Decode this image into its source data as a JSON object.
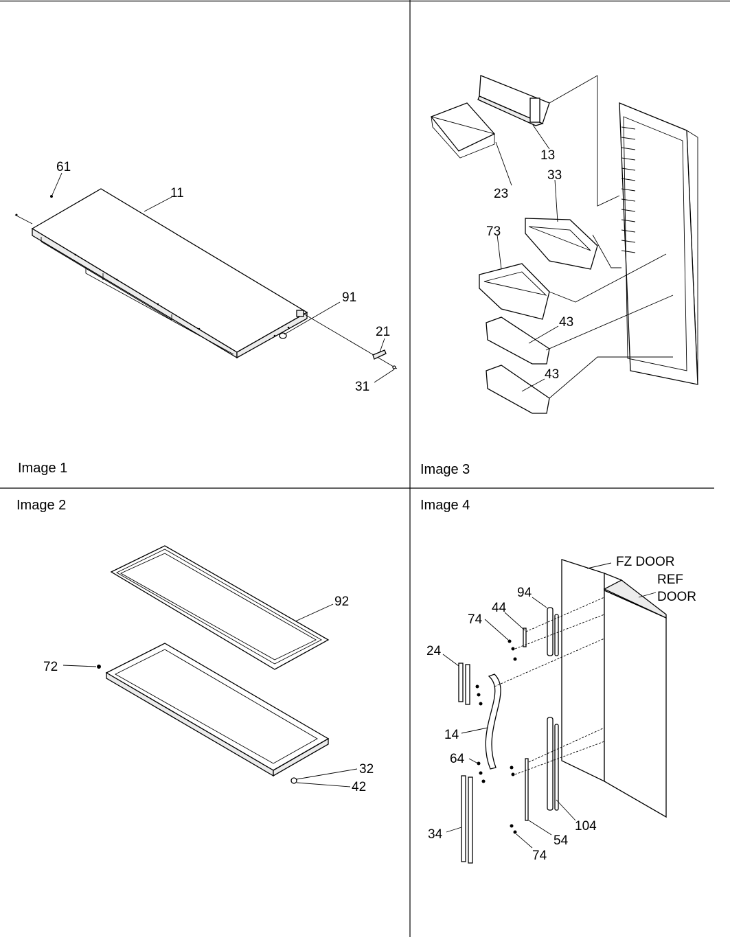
{
  "panels": [
    {
      "caption": "Image 1",
      "labels": [
        "61",
        "11",
        "91",
        "21",
        "31"
      ]
    },
    {
      "caption": "Image 2",
      "labels": [
        "92",
        "72",
        "32",
        "42"
      ]
    },
    {
      "caption": "Image 3",
      "labels": [
        "13",
        "23",
        "33",
        "73",
        "43",
        "43"
      ]
    },
    {
      "caption": "Image 4",
      "labels": [
        "FZ DOOR",
        "REF",
        "DOOR",
        "94",
        "44",
        "74",
        "24",
        "14",
        "64",
        "34",
        "104",
        "54",
        "74"
      ]
    }
  ]
}
